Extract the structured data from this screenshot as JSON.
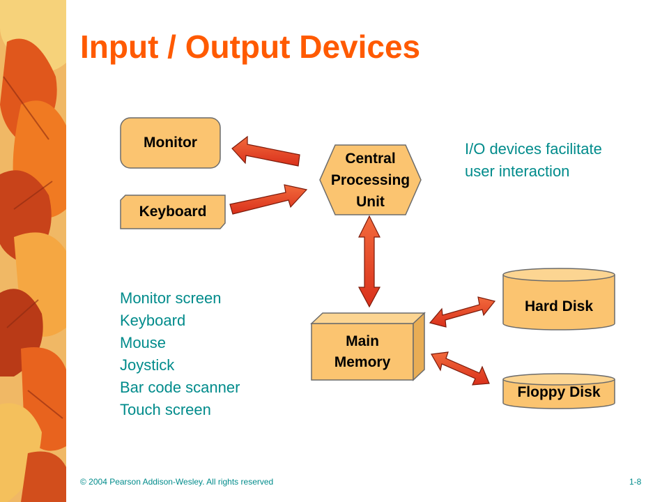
{
  "title": "Input / Output Devices",
  "colors": {
    "title": "#ff5a00",
    "box_fill": "#fbc470",
    "arrow_fill": "#e8412a",
    "note_text": "#008b8b"
  },
  "diagram": {
    "monitor": "Monitor",
    "keyboard": "Keyboard",
    "cpu_lines": [
      "Central",
      "Processing",
      "Unit"
    ],
    "memory_lines": [
      "Main",
      "Memory"
    ],
    "hard_disk": "Hard Disk",
    "floppy_disk": "Floppy Disk"
  },
  "note_lines": [
    "I/O devices facilitate",
    "user interaction"
  ],
  "device_list": [
    "Monitor screen",
    "Keyboard",
    "Mouse",
    "Joystick",
    "Bar code scanner",
    "Touch screen"
  ],
  "footer": {
    "copyright": "© 2004 Pearson Addison-Wesley. All rights reserved",
    "page_number": "1-8"
  }
}
